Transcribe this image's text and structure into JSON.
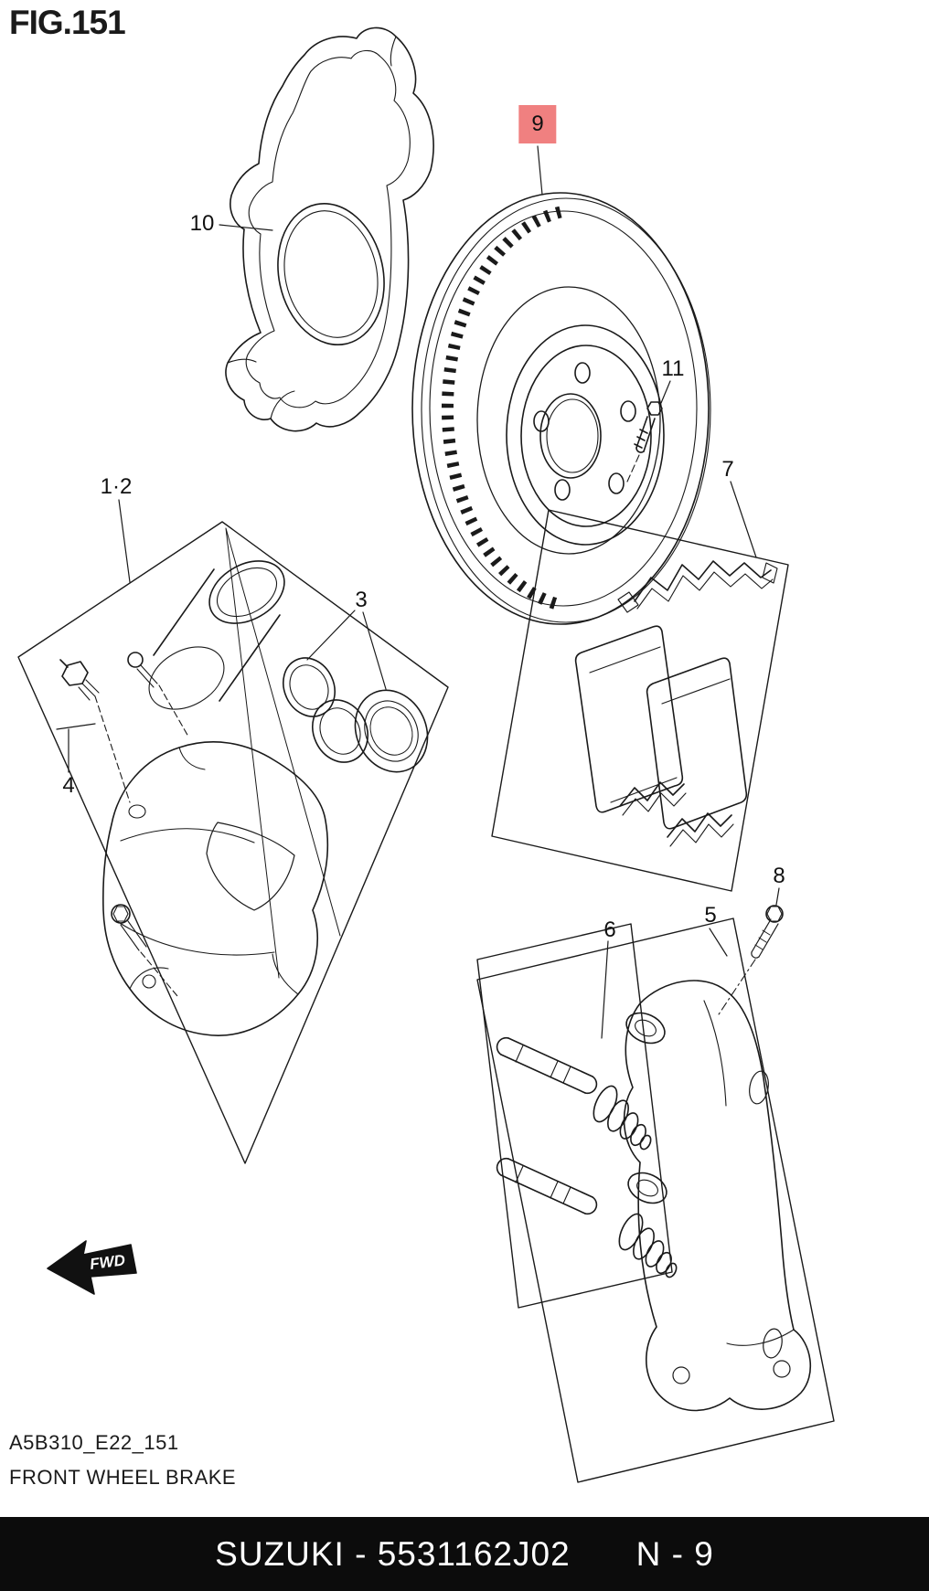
{
  "figure_title": "FIG.151",
  "parts": [
    {
      "ref": "10"
    },
    {
      "ref": "9",
      "highlighted": true
    },
    {
      "ref": "11"
    },
    {
      "ref": "1·2"
    },
    {
      "ref": "3"
    },
    {
      "ref": "4"
    },
    {
      "ref": "7"
    },
    {
      "ref": "8"
    },
    {
      "ref": "5"
    },
    {
      "ref": "6"
    }
  ],
  "fwd_label": "FWD",
  "footer": {
    "drawing_code": "A5B310_E22_151",
    "drawing_title": "FRONT WHEEL BRAKE"
  },
  "bottom_bar": {
    "brand_and_part": "SUZUKI - 5531162J02",
    "page_ref": "N - 9"
  },
  "colors": {
    "highlight": "#f08080",
    "line": "#1a1a1a",
    "bar_background": "#0c0c0c",
    "bar_text": "#ffffff"
  }
}
